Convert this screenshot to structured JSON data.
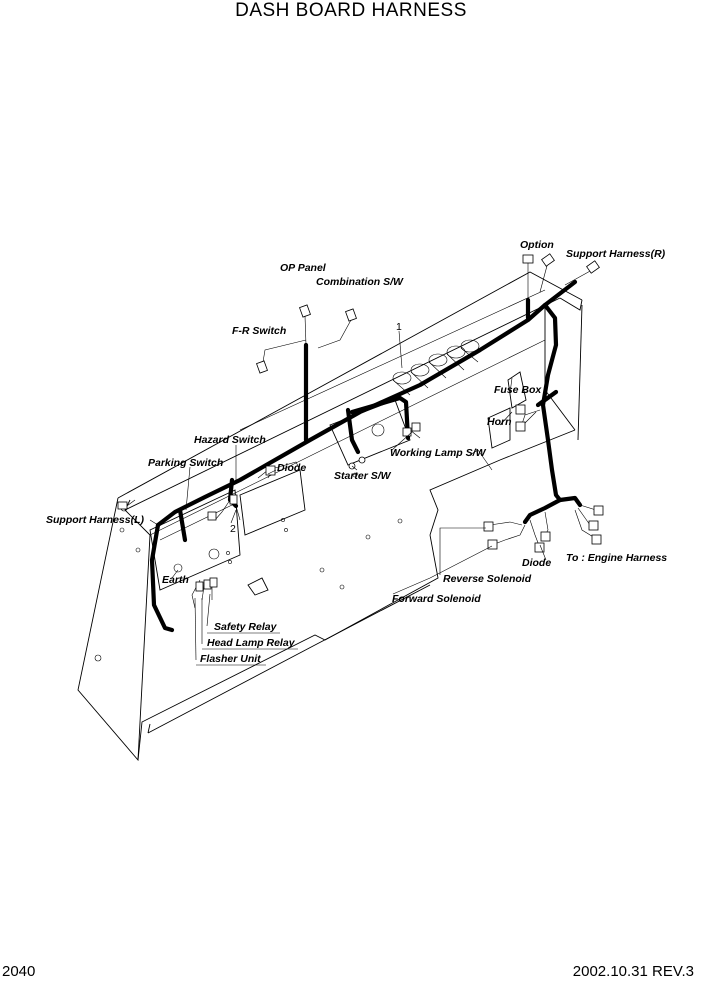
{
  "title": "DASH BOARD HARNESS",
  "page_number": "2040",
  "revision": "2002.10.31 REV.3",
  "callouts": {
    "option": "Option",
    "support_harness_r": "Support Harness(R)",
    "op_panel": "OP Panel",
    "combination_sw": "Combination S/W",
    "f_r_switch": "F-R Switch",
    "item_1": "1",
    "fuse_box": "Fuse Box",
    "horn": "Horn",
    "hazard_switch": "Hazard Switch",
    "working_lamp_sw": "Working Lamp S/W",
    "parking_switch": "Parking Switch",
    "diode_left": "Diode",
    "starter_sw": "Starter S/W",
    "support_harness_l": "Support Harness(L)",
    "item_2": "2",
    "diode_right": "Diode",
    "to_engine_harness": "To : Engine Harness",
    "earth": "Earth",
    "reverse_solenoid": "Reverse Solenoid",
    "forward_solenoid": "Forward Solenoid",
    "safety_relay": "Safety Relay",
    "head_lamp_relay": "Head Lamp Relay",
    "flasher_unit": "Flasher Unit"
  }
}
